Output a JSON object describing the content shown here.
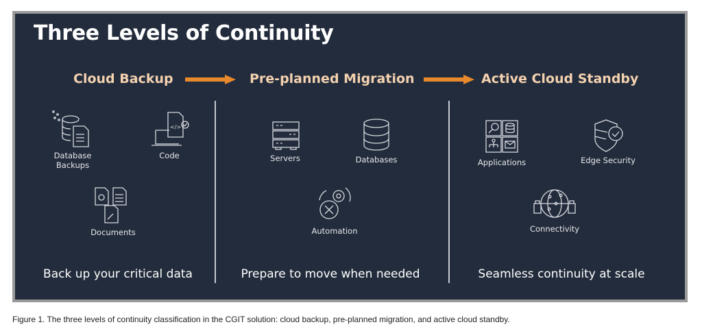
{
  "title": "Three Levels of Continuity",
  "levels": [
    {
      "header": "Cloud Backup",
      "tagline": "Back up your critical data",
      "items": [
        "Database Backups",
        "Code",
        "Documents"
      ]
    },
    {
      "header": "Pre-planned Migration",
      "tagline": "Prepare to move when needed",
      "items": [
        "Servers",
        "Databases",
        "Automation"
      ]
    },
    {
      "header": "Active Cloud Standby",
      "tagline": "Seamless continuity at scale",
      "items": [
        "Applications",
        "Edge Security",
        "Connectivity"
      ]
    }
  ],
  "caption": "Figure 1. The three levels of continuity classification in the CGIT solution: cloud backup, pre-planned migration, and active cloud standby.",
  "colors": {
    "panel": "#232c3c",
    "header": "#f4d2b0",
    "arrow": "#e8892b"
  }
}
